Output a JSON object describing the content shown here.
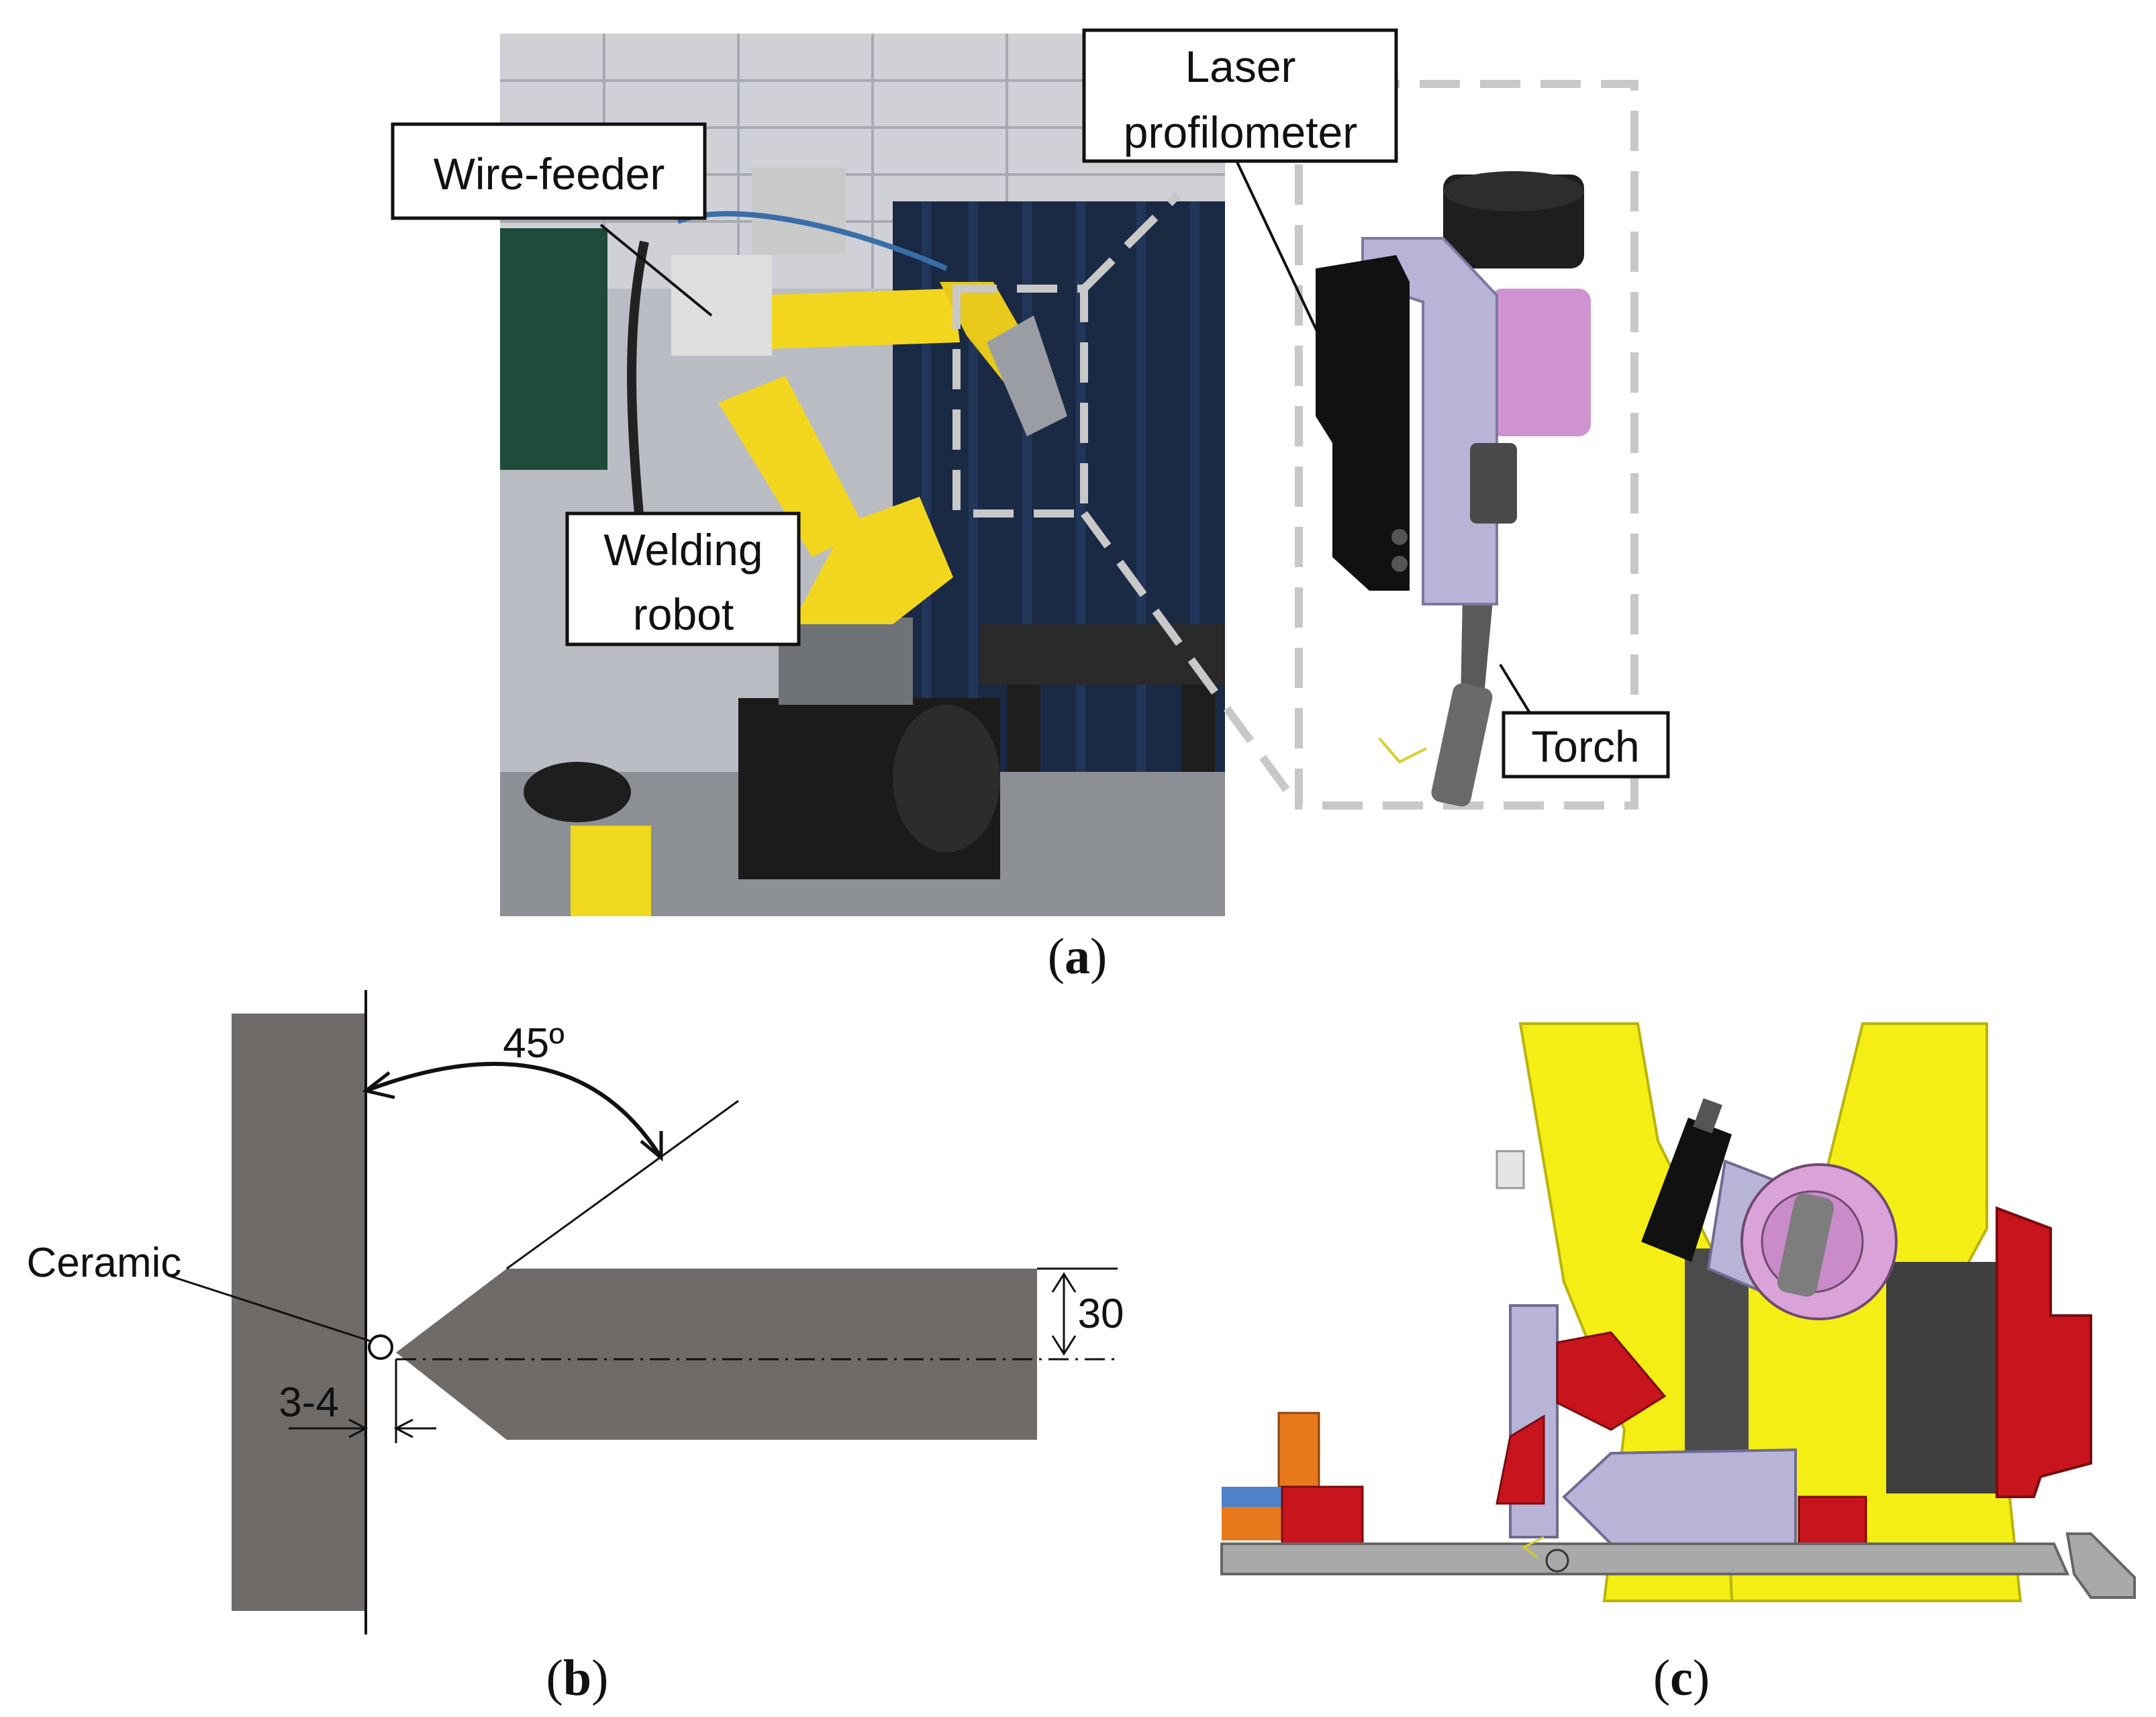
{
  "panel_a": {
    "callouts": {
      "laser_line1": "Laser",
      "laser_line2": "profilometer",
      "wire_feeder": "Wire-feeder",
      "welding_line1": "Welding",
      "welding_line2": "robot",
      "torch": "Torch"
    },
    "caption_letter": "a"
  },
  "panel_b": {
    "angle_label": "45º",
    "material_label": "Ceramic",
    "gap_label": "3-4",
    "thickness_label": "30",
    "caption_letter": "b"
  },
  "panel_c": {
    "caption_letter": "c"
  },
  "colors": {
    "robot_yellow": "#f2e21a",
    "plate_gray": "#6f6b69",
    "torch_lavender": "#b7b4d8",
    "clamp_red": "#c8141c",
    "table_gray": "#a9a9a9",
    "sensor_black": "#111111"
  }
}
